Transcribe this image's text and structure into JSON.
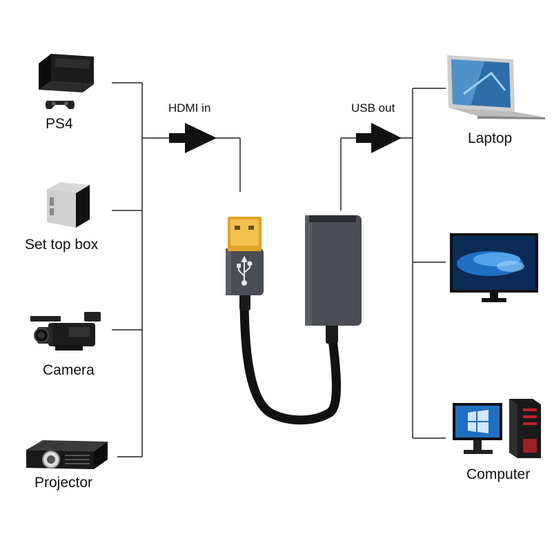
{
  "inputs": {
    "items": [
      {
        "label": "PS4",
        "icon": "game-console-icon"
      },
      {
        "label": "Set top box",
        "icon": "set-top-box-icon"
      },
      {
        "label": "Camera",
        "icon": "video-camera-icon"
      },
      {
        "label": "Projector",
        "icon": "projector-icon"
      }
    ],
    "flow_label": "HDMI in"
  },
  "outputs": {
    "items": [
      {
        "label": "Laptop",
        "icon": "laptop-icon"
      },
      {
        "label": "",
        "icon": "monitor-icon"
      },
      {
        "label": "Computer",
        "icon": "desktop-computer-icon"
      }
    ],
    "flow_label": "USB out"
  },
  "adapter": {
    "usb_end_icon": "usb-symbol-icon",
    "hdmi_end_icon": "hdmi-port-icon"
  },
  "colors": {
    "line": "#222222",
    "adapter_body": "#4a4d52",
    "usb_gold": "#e0a42a",
    "cable": "#111111"
  }
}
